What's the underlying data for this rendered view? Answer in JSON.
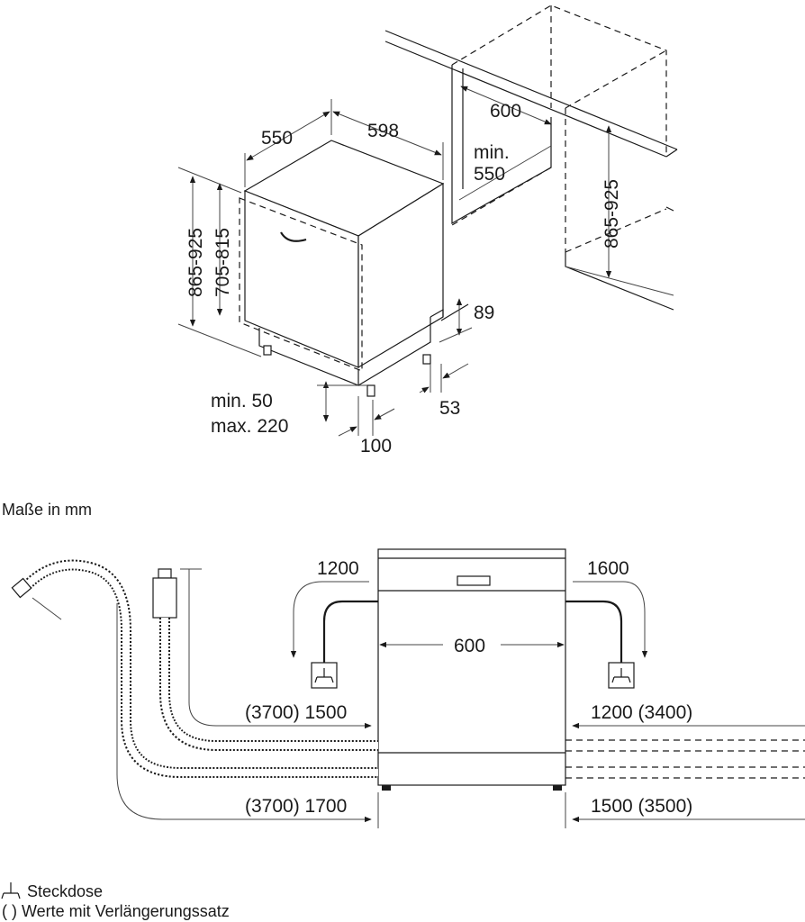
{
  "top_view": {
    "dim_depth": "550",
    "dim_width": "598",
    "dim_height": "865-925",
    "dim_door_height": "705-815",
    "dim_plinth_height": "89",
    "dim_plinth_offset": "53",
    "dim_door_gap_min": "min. 50",
    "dim_door_gap_max": "max. 220",
    "dim_bottom_depth": "100",
    "niche_width": "600",
    "niche_depth_label": "min.",
    "niche_depth_value": "550",
    "niche_height": "865-925"
  },
  "units_note": "Maße in mm",
  "front_view": {
    "cable_left": "1200",
    "cable_right": "1600",
    "width": "600",
    "hose_inlet_left": "(3700) 1500",
    "hose_outlet_left": "(3700) 1700",
    "hose_inlet_right": "1200 (3400)",
    "hose_outlet_right": "1500 (3500)"
  },
  "legend": {
    "socket_symbol": "⏚",
    "socket_label": "Steckdose",
    "extension_label": "( ) Werte mit Verlängerungssatz"
  }
}
